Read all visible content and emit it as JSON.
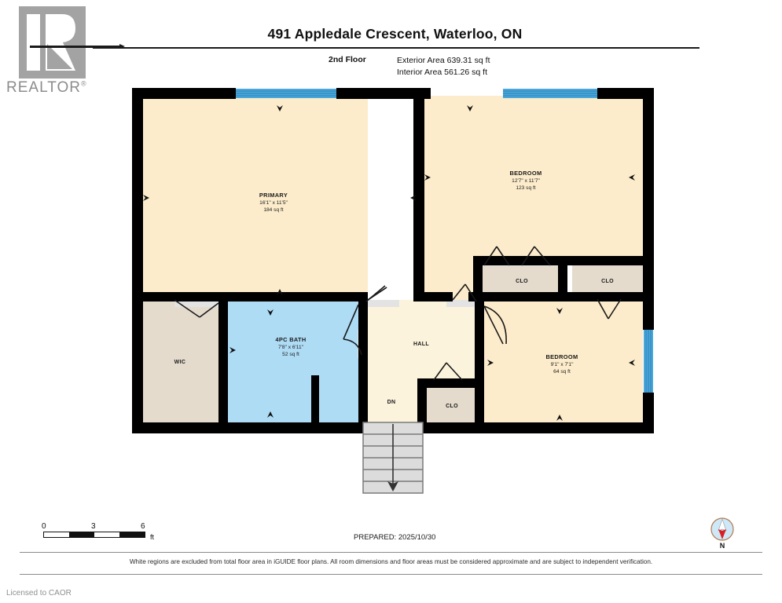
{
  "logo": {
    "word": "REALTOR",
    "registered": "®"
  },
  "header": {
    "title": "491 Appledale Crescent, Waterloo, ON",
    "floor_label": "2nd Floor",
    "exterior_area": "Exterior Area 639.31 sq ft",
    "interior_area": "Interior Area 561.26 sq ft"
  },
  "rooms": [
    {
      "name": "PRIMARY",
      "dimensions": "16'1\" x 11'5\"",
      "area": "184 sq ft",
      "fill": "#fceccb"
    },
    {
      "name": "BEDROOM",
      "dimensions": "12'7\" x 11'7\"",
      "area": "123 sq ft",
      "fill": "#fceccb"
    },
    {
      "name": "BEDROOM",
      "dimensions": "9'1\" x 7'1\"",
      "area": "64 sq ft",
      "fill": "#fceccb"
    },
    {
      "name": "4PC BATH",
      "dimensions": "7'8\" x 6'11\"",
      "area": "52 sq ft",
      "fill": "#aedcf5"
    },
    {
      "name": "WIC",
      "dimensions": "",
      "area": "",
      "fill": "#e4dbcd"
    },
    {
      "name": "HALL",
      "dimensions": "",
      "area": "",
      "fill": "#fbf3dc"
    },
    {
      "name": "CLO",
      "dimensions": "",
      "area": "",
      "fill": "#e4dbcd"
    },
    {
      "name": "CLO",
      "dimensions": "",
      "area": "",
      "fill": "#e4dbcd"
    },
    {
      "name": "CLO",
      "dimensions": "",
      "area": "",
      "fill": "#e4dbcd"
    },
    {
      "name": "DN",
      "dimensions": "",
      "area": "",
      "fill": "#fbf3dc"
    }
  ],
  "scale": {
    "tick_0": "0",
    "tick_mid": "3",
    "tick_end": "6",
    "unit": "ft"
  },
  "prepared": "PREPARED: 2025/10/30",
  "compass": {
    "north_label": "N"
  },
  "footer": {
    "disclaimer": "White regions are excluded from total floor area in iGUIDE floor plans. All room dimensions and floor areas must be considered approximate and are subject to independent verification.",
    "licensed": "Licensed to CAOR"
  },
  "colors": {
    "wall": "#000000",
    "window": "#4aa8dd",
    "room_yellow": "#fceccb",
    "room_blue": "#aedcf5",
    "room_beige": "#e4dbcd",
    "hall": "#fbf3dc",
    "stairs": "#dcdcdc",
    "threshold": "#e0e0e0"
  }
}
